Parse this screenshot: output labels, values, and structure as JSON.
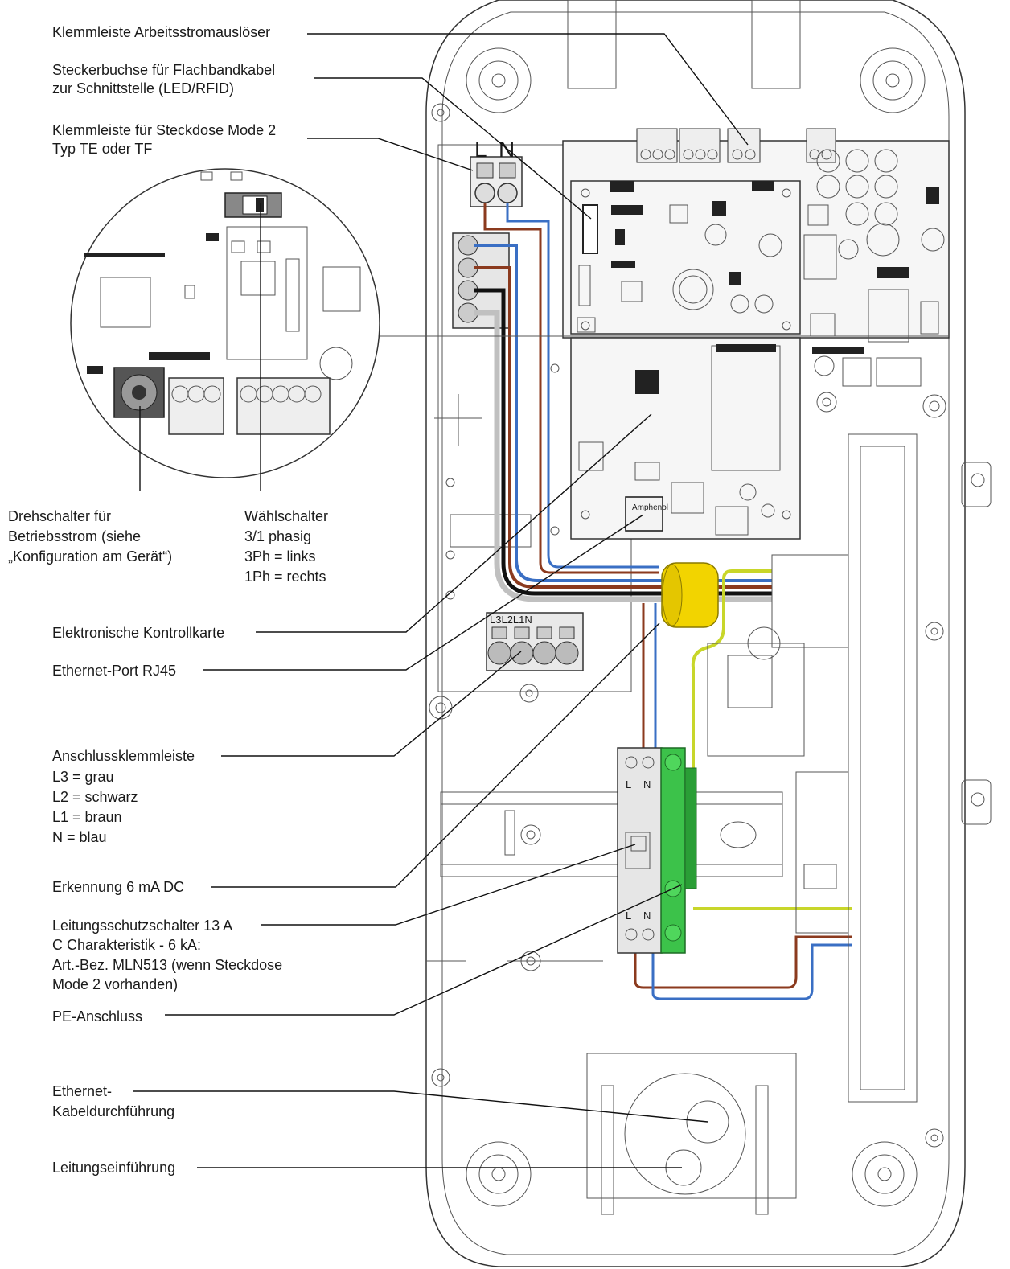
{
  "labels": {
    "klemmleiste_arbeitsstrom": "Klemmleiste Arbeitsstromauslöser",
    "steckerbuchse_1": "Steckerbuchse für Flachbandkabel",
    "steckerbuchse_2": "zur Schnittstelle (LED/RFID)",
    "klemmleiste_steckdose_1": "Klemmleiste für Steckdose Mode 2",
    "klemmleiste_steckdose_2": "Typ TE oder TF",
    "drehschalter_1": "Drehschalter für",
    "drehschalter_2": "Betriebsstrom (siehe",
    "drehschalter_3": "„Konfiguration am Gerät“)",
    "waehlschalter_1": "Wählschalter",
    "waehlschalter_2": "3/1 phasig",
    "waehlschalter_3": "3Ph = links",
    "waehlschalter_4": "1Ph = rechts",
    "kontrollkarte": "Elektronische Kontrollkarte",
    "ethernet_port": "Ethernet-Port RJ45",
    "anschluss_1": "Anschlussklemmleiste",
    "anschluss_2": "L3 = grau",
    "anschluss_3": "L2 = schwarz",
    "anschluss_4": "L1 = braun",
    "anschluss_5": "N = blau",
    "erkennung": "Erkennung 6 mA DC",
    "leitungsschutz_1": "Leitungsschutzschalter 13 A",
    "leitungsschutz_2": "C Charakteristik - 6 kA:",
    "leitungsschutz_3": "Art.-Bez. MLN513 (wenn Steckdose",
    "leitungsschutz_4": "Mode 2 vorhanden)",
    "pe_anschluss": "PE-Anschluss",
    "ethernet_durch_1": "Ethernet-",
    "ethernet_durch_2": "Kabeldurchführung",
    "leitungseinfuehrung": "Leitungseinführung"
  },
  "device_text": {
    "socket_L": "L",
    "socket_N": "N",
    "terminal_header": "L3L2L1N",
    "breaker_L": "L",
    "breaker_N": "N",
    "breaker_L2": "L",
    "breaker_N2": "N",
    "ethernet_chip": "Amphenol"
  },
  "colors": {
    "wire_brown": "#8b3a1e",
    "wire_blue": "#3a6fc4",
    "wire_black": "#111111",
    "wire_grey": "#b5b5b5",
    "wire_pe": "#c8d62a",
    "sensor_yellow": "#f2d400",
    "terminal_green": "#3cc24a"
  }
}
